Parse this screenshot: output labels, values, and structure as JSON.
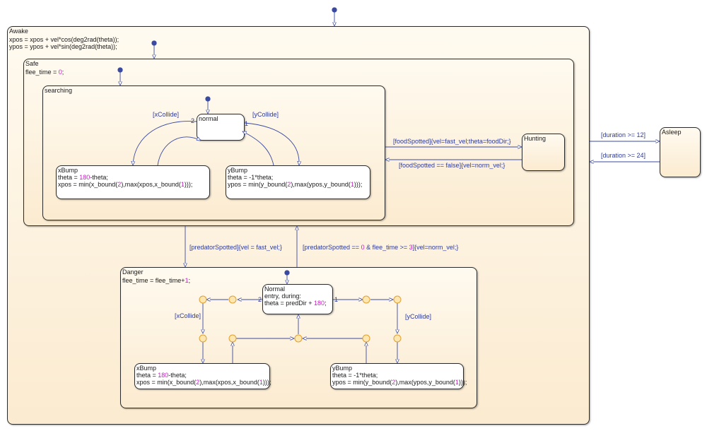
{
  "states": {
    "awake": {
      "name": "Awake",
      "code": [
        "xpos = xpos + vel*cos(deg2rad(theta));",
        "ypos = ypos + vel*sin(deg2rad(theta));"
      ]
    },
    "safe": {
      "name": "Safe",
      "code_prefix": "flee_time = ",
      "code_num": "0",
      "code_suffix": ";"
    },
    "searching": {
      "name": "searching"
    },
    "normal": {
      "name": "normal"
    },
    "xbump": {
      "name": "xBump",
      "line1_pre": "theta = ",
      "line1_num": "180",
      "line1_post": "-theta;",
      "line2_a": "xpos = min(x_bound(",
      "line2_n1": "2",
      "line2_b": "),max(xpos,x_bound(",
      "line2_n2": "1",
      "line2_c": ")));"
    },
    "ybump": {
      "name": "yBump",
      "line1": "theta = -1*theta;",
      "line2_a": "ypos = min(y_bound(",
      "line2_n1": "2",
      "line2_b": "),max(ypos,y_bound(",
      "line2_n2": "1",
      "line2_c": ")));"
    },
    "hunting": {
      "name": "Hunting"
    },
    "asleep": {
      "name": "Asleep"
    },
    "danger": {
      "name": "Danger",
      "code_prefix": "flee_time = flee_time+",
      "code_num": "1",
      "code_suffix": ";"
    },
    "normal2": {
      "name": "Normal",
      "line1": "entry, during:",
      "line2_pre": "theta = predDir + ",
      "line2_num": "180",
      "line2_post": ";"
    },
    "xbump2": {
      "name": "xBump",
      "line1_pre": "theta = ",
      "line1_num": "180",
      "line1_post": "-theta;",
      "line2_a": "xpos = min(x_bound(",
      "line2_n1": "2",
      "line2_b": "),max(xpos,x_bound(",
      "line2_n2": "1",
      "line2_c": ")));"
    },
    "ybump2": {
      "name": "yBump",
      "line1": "theta = -1*theta;",
      "line2_a": "ypos = min(y_bound(",
      "line2_n1": "2",
      "line2_b": "),max(ypos,y_bound(",
      "line2_n2": "1",
      "line2_c": ")));"
    }
  },
  "transitions": {
    "xcollide": "[xCollide]",
    "ycollide": "[yCollide]",
    "food_spotted": "[foodSpotted]{vel=fast_vel;theta=foodDir;}",
    "food_lost": "[foodSpotted == false]{vel=norm_vel;}",
    "duration_12": "[duration >= 12]",
    "duration_24": "[duration >= 24]",
    "predator_spotted": "[predatorSpotted]{vel = fast_vel;}",
    "predator_gone_a": "[predatorSpotted == ",
    "predator_gone_n1": "0",
    "predator_gone_b": " & flee_time >= ",
    "predator_gone_n2": "3",
    "predator_gone_c": "]{vel=norm_vel;}",
    "xcollide2": "[xCollide]",
    "ycollide2": "[yCollide]",
    "prio_2": "2",
    "prio_1": "1",
    "prio2_2": "2",
    "prio2_1": "1"
  },
  "colors": {
    "wire": "#3a4aa0",
    "junction": "#f0a830",
    "number": "#c21ec0",
    "state_fill_top": "#fffaf0",
    "state_fill_bottom": "#fbebd0"
  }
}
